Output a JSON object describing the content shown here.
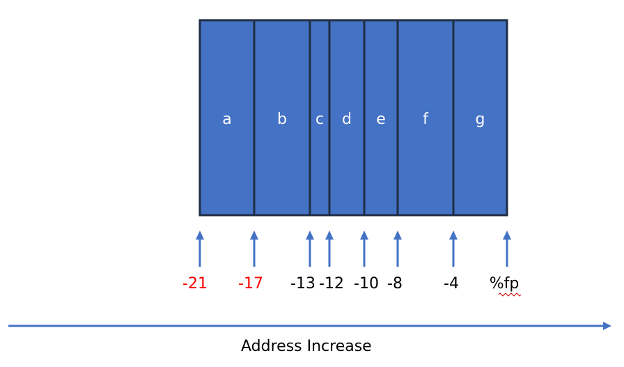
{
  "diagram": {
    "cells": [
      {
        "name": "a"
      },
      {
        "name": "b"
      },
      {
        "name": "c"
      },
      {
        "name": "d"
      },
      {
        "name": "e"
      },
      {
        "name": "f"
      },
      {
        "name": "g"
      }
    ],
    "offsets": [
      {
        "label": "-21",
        "highlight": true
      },
      {
        "label": "-17",
        "highlight": true
      },
      {
        "label": "-13",
        "highlight": false
      },
      {
        "label": "-12",
        "highlight": false
      },
      {
        "label": "-10",
        "highlight": false
      },
      {
        "label": "-8",
        "highlight": false
      },
      {
        "label": "-4",
        "highlight": false
      },
      {
        "label": "%fp",
        "highlight": false
      }
    ],
    "axis_label": "Address Increase",
    "colors": {
      "cell_fill": "#4472C4",
      "cell_border": "#1F2D44",
      "arrow": "#4472C4",
      "highlight_text": "#FF0000",
      "normal_text": "#000000"
    }
  }
}
